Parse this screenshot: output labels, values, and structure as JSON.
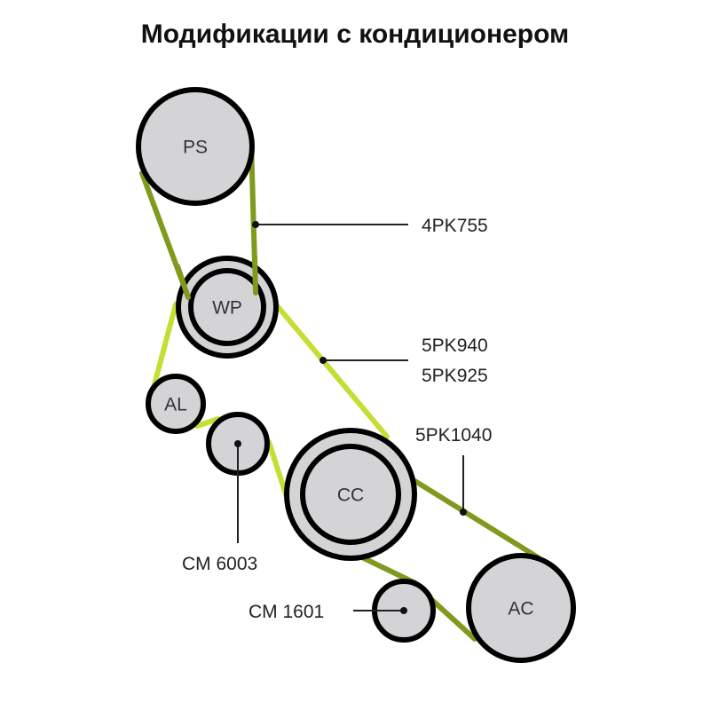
{
  "title": "Модификации с кондиционером",
  "colors": {
    "belt_dark": "#7f9a1c",
    "belt_light": "#c6de34",
    "pulley_fill": "#d4d4d6",
    "outline": "#000000"
  },
  "pulleys": {
    "ps": "PS",
    "wp": "WP",
    "al": "AL",
    "cc": "CC",
    "ac": "AC"
  },
  "callouts": {
    "belt_4pk": "4PK755",
    "belt_5pk_a": "5PK940",
    "belt_5pk_b": "5PK925",
    "belt_5pk1040": "5PK1040",
    "idler_6003": "CM 6003",
    "idler_1601": "CM 1601"
  }
}
